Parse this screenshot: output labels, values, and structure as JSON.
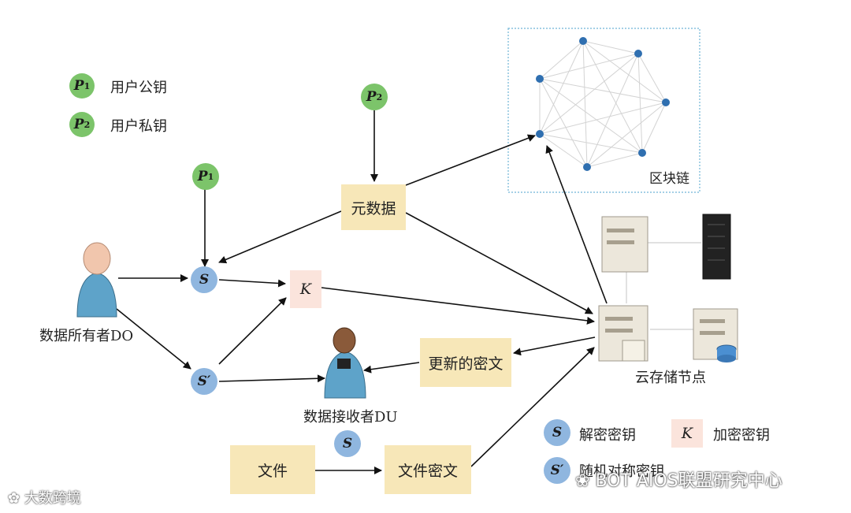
{
  "legend_top": {
    "p1_symbol": "P",
    "p1_sub": "1",
    "p1_text": "用户公钥",
    "p2_symbol": "P",
    "p2_sub": "2",
    "p2_text": "用户私钥"
  },
  "nodes": {
    "p2_top_symbol": "P",
    "p2_top_sub": "2",
    "p1_mid_symbol": "P",
    "p1_mid_sub": "1",
    "metadata": "元数据",
    "blockchain": "区块链",
    "s_symbol": "S",
    "k_symbol": "K",
    "s_prime_symbol": "S′",
    "data_owner": "数据所有者DO",
    "data_receiver": "数据接收者DU",
    "updated_ciphertext": "更新的密文",
    "cloud_storage": "云存储节点",
    "file": "文件",
    "file_ciphertext": "文件密文",
    "s_small_symbol": "S"
  },
  "legend_bottom": {
    "s_symbol": "S",
    "s_text": "解密密钥",
    "k_symbol": "K",
    "k_text": "加密密钥",
    "s_prime_symbol": "S′",
    "s_prime_text": "随机对称密钥"
  },
  "watermarks": {
    "left": "大数跨境",
    "right": "BOT AIOS联盟研究中心"
  },
  "colors": {
    "green_circle": "#7cc46a",
    "blue_circle": "#8fb6df",
    "yellow_box": "#f7e7b8",
    "pink_box": "#fbe4dc",
    "arrow": "#111111",
    "chain_border": "#6fb5d6"
  }
}
